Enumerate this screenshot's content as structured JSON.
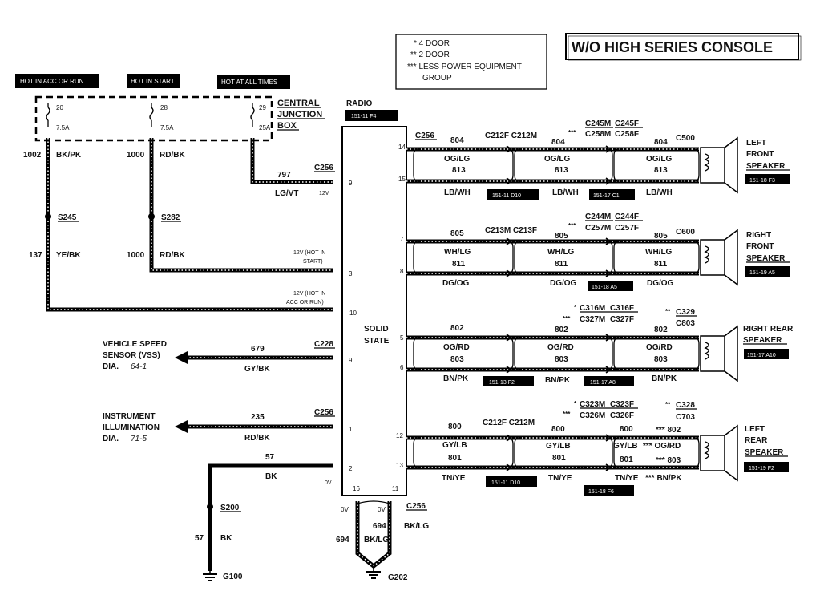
{
  "legend": {
    "lines": [
      "* 4 DOOR",
      "** 2 DOOR",
      "*** LESS POWER EQUIPMENT",
      "GROUP"
    ]
  },
  "title": "W/O HIGH SERIES CONSOLE",
  "power_headers": [
    "HOT IN ACC OR RUN",
    "HOT IN START",
    "HOT AT ALL TIMES"
  ],
  "junction_box": {
    "label": [
      "CENTRAL",
      "JUNCTION",
      "BOX"
    ],
    "fuses": [
      {
        "num": "20",
        "amps": "7.5A"
      },
      {
        "num": "28",
        "amps": "7.5A"
      },
      {
        "num": "29",
        "amps": "25A"
      }
    ]
  },
  "radio": {
    "label": "RADIO",
    "ref": "151-11 F4",
    "center": [
      "SOLID",
      "STATE"
    ],
    "pins_left": [
      "9",
      "3",
      "10",
      "9",
      "1",
      "2",
      "16"
    ],
    "pins_right": [
      "14",
      "15",
      "7",
      "8",
      "5",
      "6",
      "12",
      "13",
      "11"
    ]
  },
  "left_circuits": {
    "c1002": "1002",
    "bkpk": "BK/PK",
    "c1000a": "1000",
    "rdbk_a": "RD/BK",
    "s245": "S245",
    "s282": "S282",
    "c137": "137",
    "yebk": "YE/BK",
    "c1000b": "1000",
    "rdbk_b": "RD/BK",
    "c797": "797",
    "lgvt": "LG/VT",
    "c256a": "C256",
    "v12": "12V",
    "hot_start": [
      "12V (HOT IN",
      "START)"
    ],
    "hot_acc": [
      "12V (HOT IN",
      "ACC OR RUN)"
    ],
    "vss": [
      "VEHICLE SPEED",
      "SENSOR (VSS)",
      "DIA."
    ],
    "vss_ref": "64-1",
    "c679": "679",
    "c228": "C228",
    "gybk": "GY/BK",
    "illum": [
      "INSTRUMENT",
      "ILLUMINATION",
      "DIA."
    ],
    "illum_ref": "71-5",
    "c235": "235",
    "c256b": "C256",
    "rdbk_c": "RD/BK",
    "c57a": "57",
    "bk_a": "BK",
    "v0": "0V",
    "s200": "S200",
    "c57b": "57",
    "bk_b": "BK",
    "g100": "G100"
  },
  "bottom": {
    "v0a": "0V",
    "v0b": "0V",
    "c256": "C256",
    "c694a": "694",
    "c694b": "694",
    "bklg_a": "BK/LG",
    "bklg_b": "BK/LG",
    "g202": "G202"
  },
  "speakers": [
    {
      "name": [
        "LEFT",
        "FRONT",
        "SPEAKER"
      ],
      "ref": "151-18 F3"
    },
    {
      "name": [
        "RIGHT",
        "FRONT",
        "SPEAKER"
      ],
      "ref": "151-19 A5"
    },
    {
      "name": [
        "RIGHT REAR",
        "SPEAKER"
      ],
      "ref": "151-17 A10"
    },
    {
      "name": [
        "LEFT",
        "REAR",
        "SPEAKER"
      ],
      "ref": "151-19 F2"
    }
  ],
  "ch1": {
    "c256": "C256",
    "a1": "804",
    "a2": "804",
    "a3": "804",
    "conn1": "C212F C212M",
    "star2": "***",
    "conn2a": "C245M",
    "conn2b": "C258M",
    "conn3a": "C245F",
    "conn3b": "C258F",
    "conn4": "C500",
    "og1": "OG/LG",
    "og2": "OG/LG",
    "og3": "OG/LG",
    "n1": "813",
    "n2": "813",
    "n3": "813",
    "lb1": "LB/WH",
    "lb2": "LB/WH",
    "lb3": "LB/WH",
    "ref1": "151-11 D10",
    "ref2": "151-17 C1"
  },
  "ch2": {
    "a1": "805",
    "a2": "805",
    "a3": "805",
    "conn1": "C213M C213F",
    "star2": "***",
    "conn2a": "C244M",
    "conn2b": "C257M",
    "conn3a": "C244F",
    "conn3b": "C257F",
    "conn4": "C600",
    "wh1": "WH/LG",
    "wh2": "WH/LG",
    "wh3": "WH/LG",
    "n1": "811",
    "n2": "811",
    "n3": "811",
    "dg1": "DG/OG",
    "dg2": "DG/OG",
    "dg3": "DG/OG",
    "ref1": "151-18 A5"
  },
  "ch3": {
    "a1": "802",
    "a2": "802",
    "a3": "802",
    "s1": "*",
    "conn2a": "C316M",
    "conn3a": "C316F",
    "s2": "***",
    "conn2b": "C327M",
    "conn3b": "C327F",
    "s3": "**",
    "conn4a": "C329",
    "conn4b": "C803",
    "og1": "OG/RD",
    "og2": "OG/RD",
    "og3": "OG/RD",
    "n1": "803",
    "n2": "803",
    "n3": "803",
    "bn1": "BN/PK",
    "bn2": "BN/PK",
    "bn3": "BN/PK",
    "ref1": "151-13 F2",
    "ref2": "151-17 A8"
  },
  "ch4": {
    "a1": "800",
    "a2": "800",
    "a3": "800",
    "conn1": "C212F C212M",
    "s1": "*",
    "conn2a": "C323M",
    "conn3a": "C323F",
    "s2": "***",
    "conn2b": "C326M",
    "conn3b": "C326F",
    "s3": "**",
    "conn4a": "C328",
    "conn4b": "C703",
    "gy1": "GY/LB",
    "gy2": "GY/LB",
    "gy3": "GY/LB",
    "n1": "801",
    "n2": "801",
    "n3": "801",
    "t1": "TN/YE",
    "t2": "TN/YE",
    "t3": "TN/YE",
    "x1": "*** 802",
    "x2": "*** OG/RD",
    "x3": "*** 803",
    "x4": "*** BN/PK",
    "ref1": "151-11 D10",
    "ref2": "151-18 F6"
  }
}
